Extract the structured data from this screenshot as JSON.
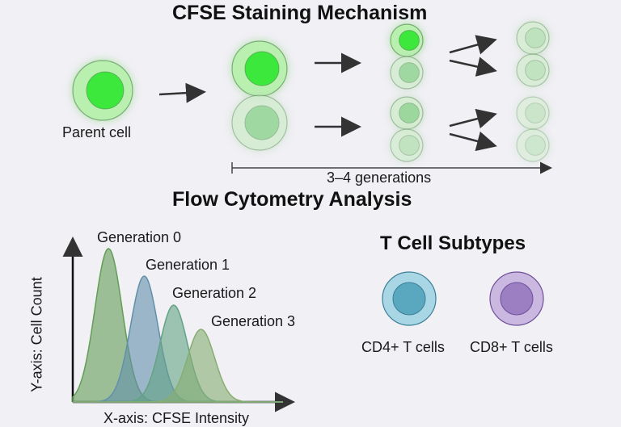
{
  "mechanism": {
    "title": "CFSE Staining Mechanism",
    "parent_label": "Parent cell",
    "timeline_label": "3–4 generations",
    "cell_color": "#3ee83e"
  },
  "flow": {
    "title": "Flow Cytometry Analysis"
  },
  "subtypes": {
    "title": "T Cell Subtypes",
    "items": [
      {
        "label": "CD4+ T cells",
        "outer": "#a8d6e4",
        "inner": "#5aa8c0",
        "stroke": "#3b7f98"
      },
      {
        "label": "CD8+ T cells",
        "outer": "#cbb8e0",
        "inner": "#9b7fc2",
        "stroke": "#6e4f9a"
      }
    ]
  },
  "chart_data": {
    "type": "area",
    "title": "Flow Cytometry Analysis",
    "xlabel": "X-axis: CFSE Intensity",
    "ylabel": "Y-axis: Cell Count",
    "grid": false,
    "series": [
      {
        "name": "Generation 0",
        "peak_x": 0.17,
        "peak_height": 0.95,
        "color": "#7cc46c"
      },
      {
        "name": "Generation 1",
        "peak_x": 0.34,
        "peak_height": 0.78,
        "color": "#7ab4d6"
      },
      {
        "name": "Generation 2",
        "peak_x": 0.48,
        "peak_height": 0.6,
        "color": "#7ccba6"
      },
      {
        "name": "Generation 3",
        "peak_x": 0.61,
        "peak_height": 0.45,
        "color": "#a9d88e"
      }
    ]
  }
}
